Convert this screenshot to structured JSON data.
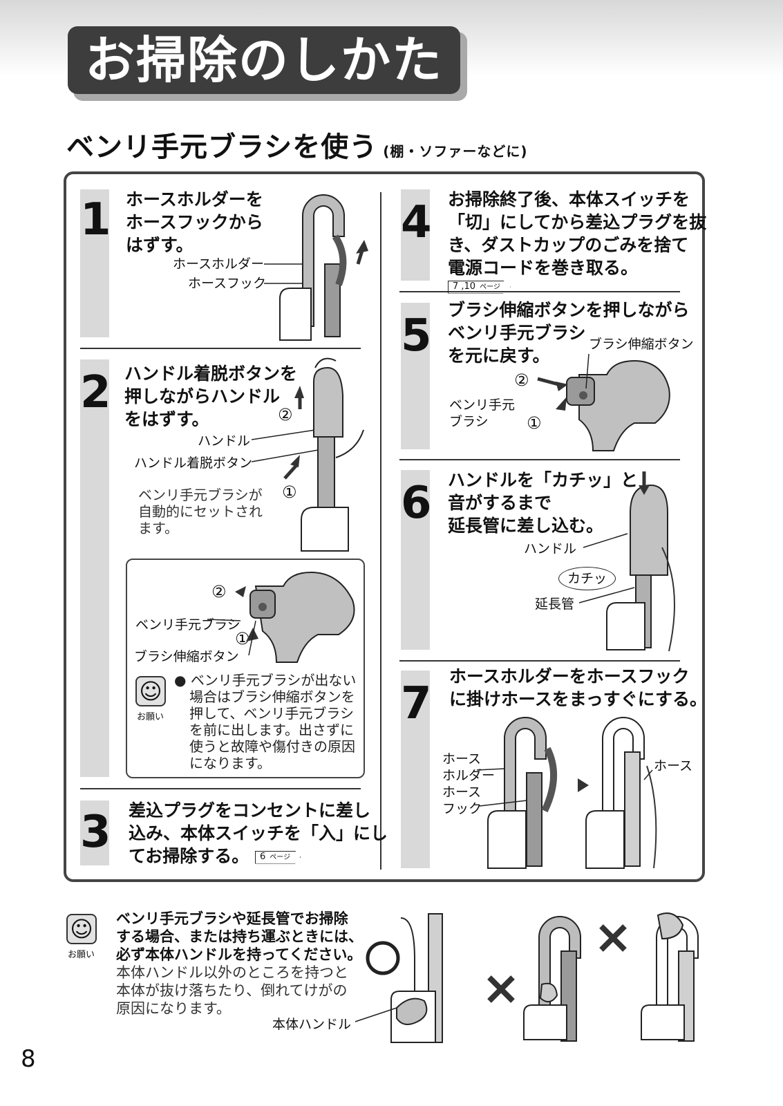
{
  "title": "お掃除のしかた",
  "subtitle": "ベンリ手元ブラシを使う",
  "subtitle_note": "(棚・ソファーなどに)",
  "page_number": "8",
  "steps": {
    "s1": {
      "num": "1",
      "line1": "ホースホルダーを",
      "line2": "ホースフックから",
      "line3": "はずす。",
      "label_holder": "ホースホルダー",
      "label_hook": "ホースフック"
    },
    "s2": {
      "num": "2",
      "line1": "ハンドル着脱ボタンを",
      "line2": "押しながらハンドル",
      "line3": "をはずす。",
      "label_handle": "ハンドル",
      "label_button": "ハンドル着脱ボタン",
      "circle1": "①",
      "circle2": "②",
      "note1": "ベンリ手元ブラシが",
      "note2": "自動的にセットされ",
      "note3": "ます。"
    },
    "box": {
      "circle1": "①",
      "circle2": "②",
      "label_brush": "ベンリ手元ブラシ",
      "label_button": "ブラシ伸縮ボタン",
      "face_caption": "お願い",
      "bullet1": "ベンリ手元ブラシが出ない",
      "bullet2": "場合はブラシ伸縮ボタンを",
      "bullet3": "押して、ベンリ手元ブラシ",
      "bullet4": "を前に出します。出さずに",
      "bullet5": "使うと故障や傷付きの原因",
      "bullet6": "になります。"
    },
    "s3": {
      "num": "3",
      "line1": "差込プラグをコンセントに差し",
      "line2": "込み、本体スイッチを「入」にし",
      "line3": "てお掃除する。",
      "ref": "6",
      "ref_suffix": "ページ"
    },
    "s4": {
      "num": "4",
      "line1": "お掃除終了後、本体スイッチを",
      "line2": "「切」にしてから差込プラグを抜",
      "line3": "き、ダストカップのごみを捨て",
      "line4": "電源コードを巻き取る。",
      "ref": "7 ,10",
      "ref_suffix": "ページ"
    },
    "s5": {
      "num": "5",
      "line1": "ブラシ伸縮ボタンを押しながら",
      "line2": "ベンリ手元ブラシ",
      "line3": "を元に戻す。",
      "label_button": "ブラシ伸縮ボタン",
      "label_brush1": "ベンリ手元",
      "label_brush2": "ブラシ",
      "circle1": "①",
      "circle2": "②"
    },
    "s6": {
      "num": "6",
      "line1": "ハンドルを「カチッ」と",
      "line2": "音がするまで",
      "line3": "延長管に差し込む。",
      "label_handle": "ハンドル",
      "label_click": "カチッ",
      "label_pipe": "延長管"
    },
    "s7": {
      "num": "7",
      "line1": "ホースホルダーをホースフック",
      "line2": "に掛けホースをまっすぐにする。",
      "label_holder1": "ホース",
      "label_holder2": "ホルダー",
      "label_hook1": "ホース",
      "label_hook2": "フック",
      "label_hose": "ホース"
    }
  },
  "bottom": {
    "face_caption": "お願い",
    "bold1": "ベンリ手元ブラシや延長管でお掃除",
    "bold2": "する場合、または持ち運ぶときには、",
    "bold3": "必ず本体ハンドルを持ってください。",
    "norm1": "本体ハンドル以外のところを持つと",
    "norm2": "本体が抜け落ちたり、倒れてけがの",
    "norm3": "原因になります。",
    "label_handle": "本体ハンドル"
  }
}
